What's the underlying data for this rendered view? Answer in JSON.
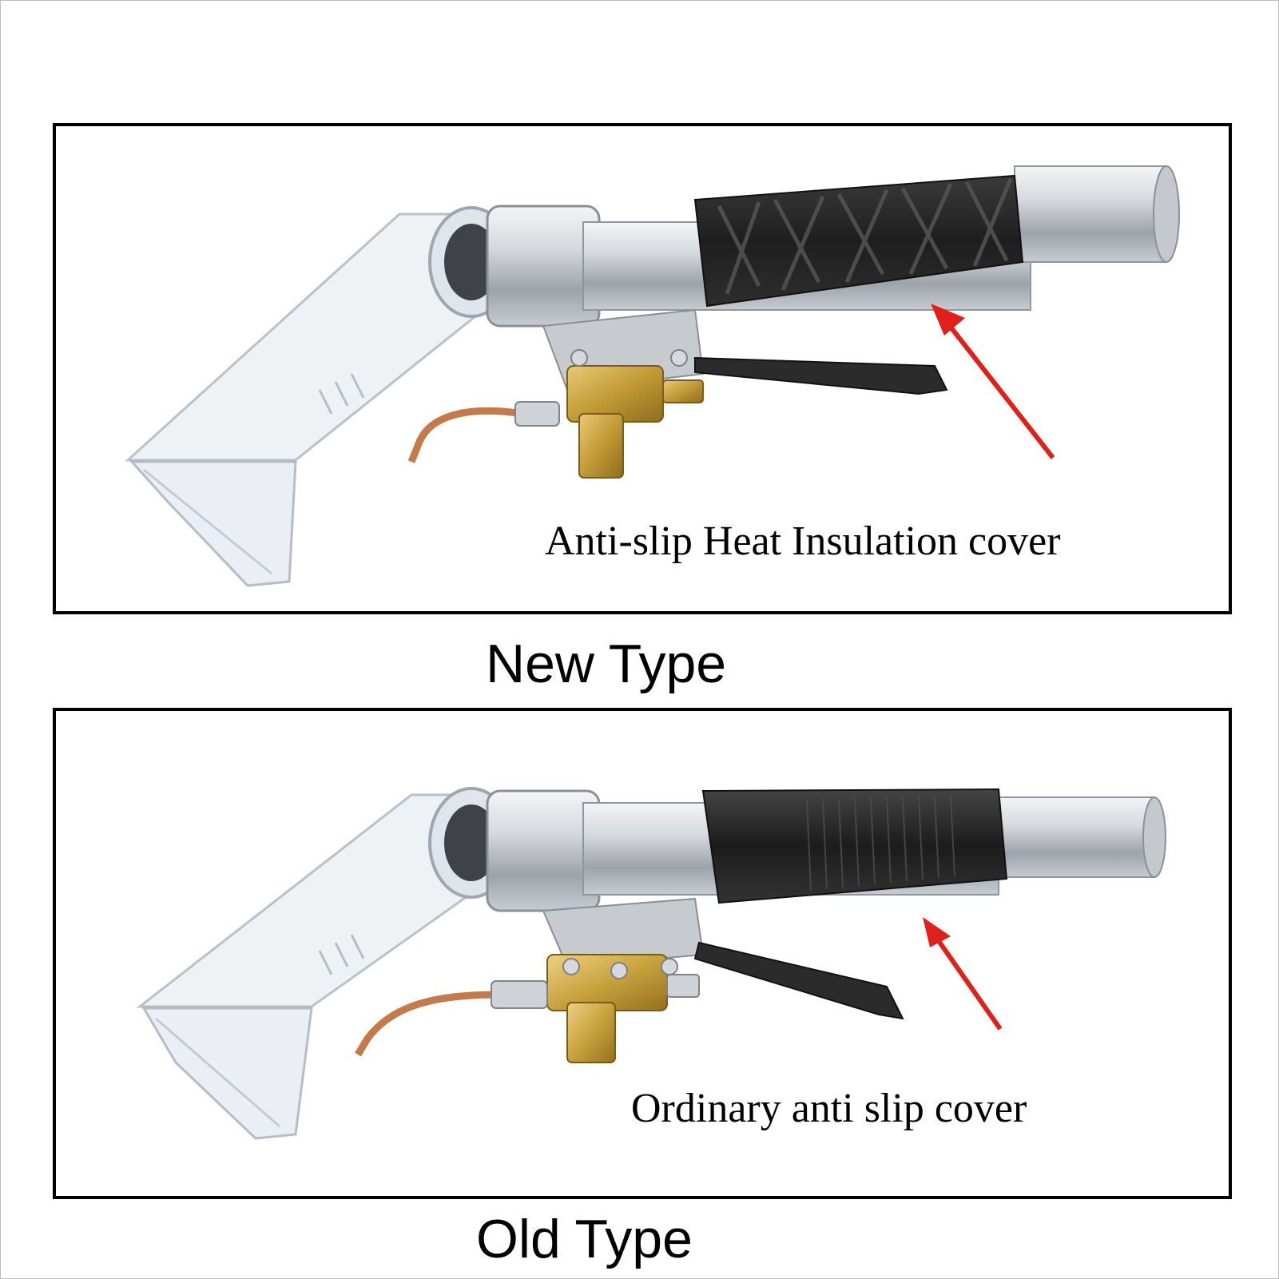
{
  "panels": {
    "new": {
      "caption": "Anti-slip Heat Insulation cover",
      "label": "New Type"
    },
    "old": {
      "caption": "Ordinary anti slip cover",
      "label": "Old Type"
    }
  },
  "colors": {
    "frame": "#000000",
    "arrow": "#e0201b",
    "grip": "#2a2a2a",
    "tube": "#c9cdd2",
    "brass": "#c9a23e",
    "copper": "#c47a4a",
    "clear_nozzle": "#e8edf1"
  }
}
